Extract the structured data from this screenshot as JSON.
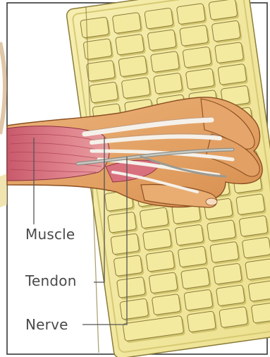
{
  "labels": {
    "muscle": "Muscle",
    "tendon": "Tendon",
    "nerve": "Nerve"
  },
  "colors": {
    "background": "#ffffff",
    "keyboard": "#f3eaa0",
    "key_shadow": "#d1c46e",
    "skin": "#e7a866",
    "muscle": "#d9727f",
    "tendon": "#f4f0ea",
    "nerve": "#b7b7b0",
    "label_text": "#4a4a4a",
    "leader_line": "#555555"
  }
}
